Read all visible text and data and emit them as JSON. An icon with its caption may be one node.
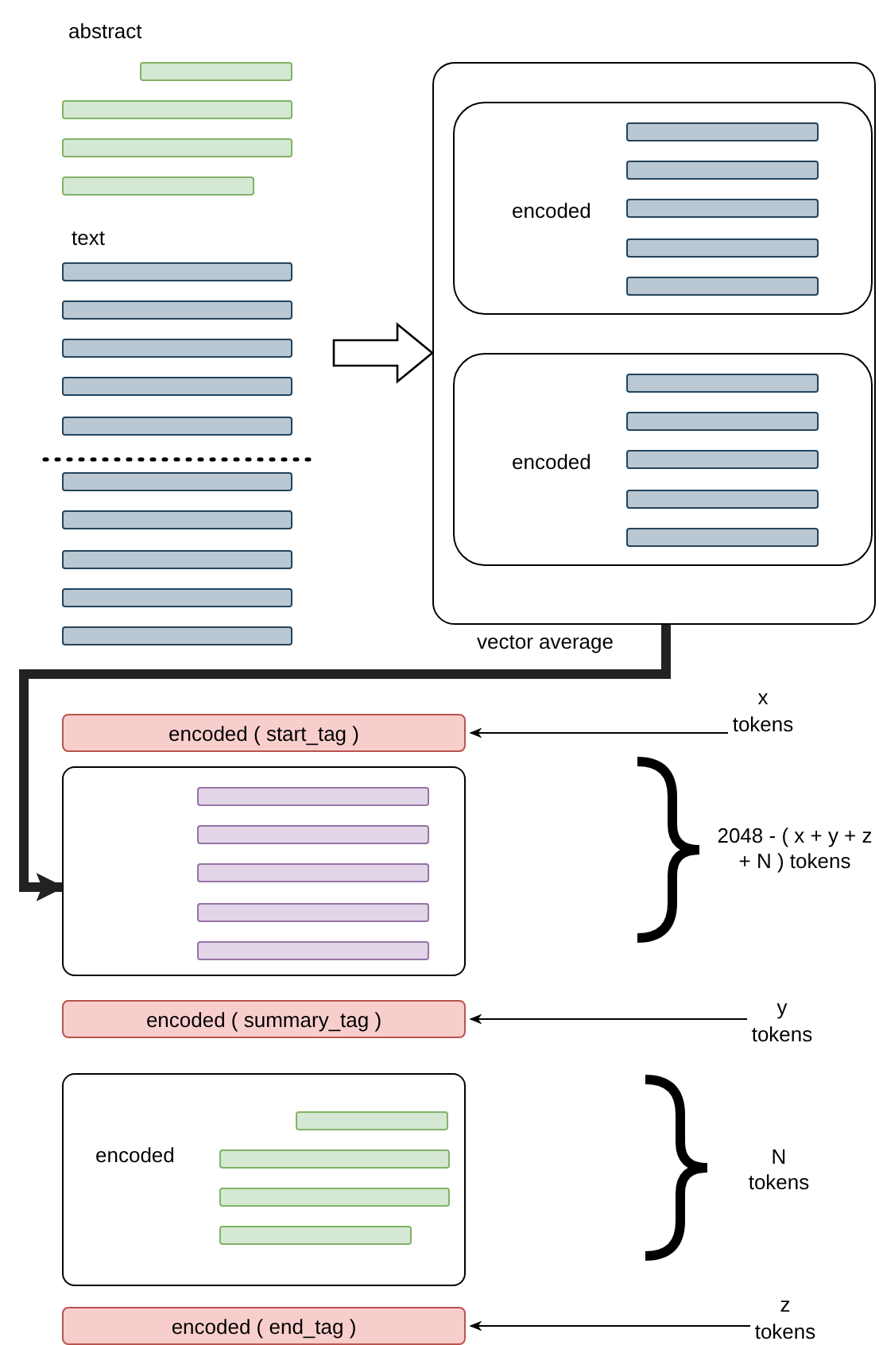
{
  "diagram": {
    "nodes": [
      {
        "text": [],
        "shape": "bar"
      },
      {
        "text": [],
        "shape": "bar"
      },
      {
        "text": [],
        "shape": "bar"
      },
      {
        "text": [],
        "shape": "bar"
      },
      {
        "text": [],
        "shape": "bar"
      },
      {
        "text": [],
        "shape": "bar"
      },
      {
        "text": [],
        "shape": "bar"
      },
      {
        "text": [],
        "shape": "bar"
      },
      {
        "text": [],
        "shape": "bar"
      },
      {
        "text": [],
        "shape": "bar"
      },
      {
        "text": [],
        "shape": "bar"
      },
      {
        "text": [],
        "shape": "bar"
      },
      {
        "text": [],
        "shape": "bar"
      },
      {
        "text": [],
        "shape": "bar"
      },
      {
        "text": [],
        "shape": "box"
      },
      {
        "text": [
          "encoded"
        ],
        "in": 14
      },
      {
        "text": [],
        "shape": "bar",
        "in": 15
      },
      {
        "text": [],
        "shape": "bar",
        "in": 15
      },
      {
        "text": [],
        "shape": "bar",
        "in": 15
      },
      {
        "text": [],
        "shape": "bar",
        "in": 15
      },
      {
        "text": [],
        "shape": "bar",
        "in": 15
      },
      {
        "text": [
          "encoded"
        ],
        "in": 14
      },
      {
        "text": [],
        "shape": "bar",
        "in": 21
      },
      {
        "text": [],
        "shape": "bar",
        "in": 21
      },
      {
        "text": [],
        "shape": "bar",
        "in": 21
      },
      {
        "text": [],
        "shape": "bar",
        "in": 21
      },
      {
        "text": [],
        "shape": "bar",
        "in": 21
      },
      {
        "text": [
          "encoded ( start_tag )"
        ]
      },
      {
        "text": [
          "x tokens"
        ]
      },
      {
        "text": [],
        "shape": "box"
      },
      {
        "text": [],
        "shape": "bar",
        "in": 29
      },
      {
        "text": [],
        "shape": "bar",
        "in": 29
      },
      {
        "text": [],
        "shape": "bar",
        "in": 29
      },
      {
        "text": [],
        "shape": "bar",
        "in": 29
      },
      {
        "text": [],
        "shape": "bar",
        "in": 29
      },
      {
        "text": [
          "encoded ( summary_tag )"
        ]
      },
      {
        "text": [
          "y tokens"
        ]
      },
      {
        "text": [
          "encoded"
        ]
      },
      {
        "text": [],
        "shape": "bar",
        "in": 37
      },
      {
        "text": [],
        "shape": "bar",
        "in": 37
      },
      {
        "text": [],
        "shape": "bar",
        "in": 37
      },
      {
        "text": [],
        "shape": "bar",
        "in": 37
      },
      {
        "text": [
          "encoded ( end_tag )"
        ]
      },
      {
        "text": [
          "z tokens"
        ]
      }
    ],
    "edges": [
      {
        "from": null,
        "to": 14,
        "arrow": "to"
      },
      {
        "from": 14,
        "to": 29,
        "arrow": "to",
        "label": "vector average",
        "style": "thick"
      },
      {
        "from": 28,
        "to": 27,
        "arrow": "to"
      },
      {
        "from": 36,
        "to": 35,
        "arrow": "to"
      },
      {
        "from": 43,
        "to": 42,
        "arrow": "to"
      }
    ],
    "labels": [
      "abstract",
      "text",
      "2048 - ( x + y + z + N ) tokens",
      "N tokens"
    ]
  }
}
